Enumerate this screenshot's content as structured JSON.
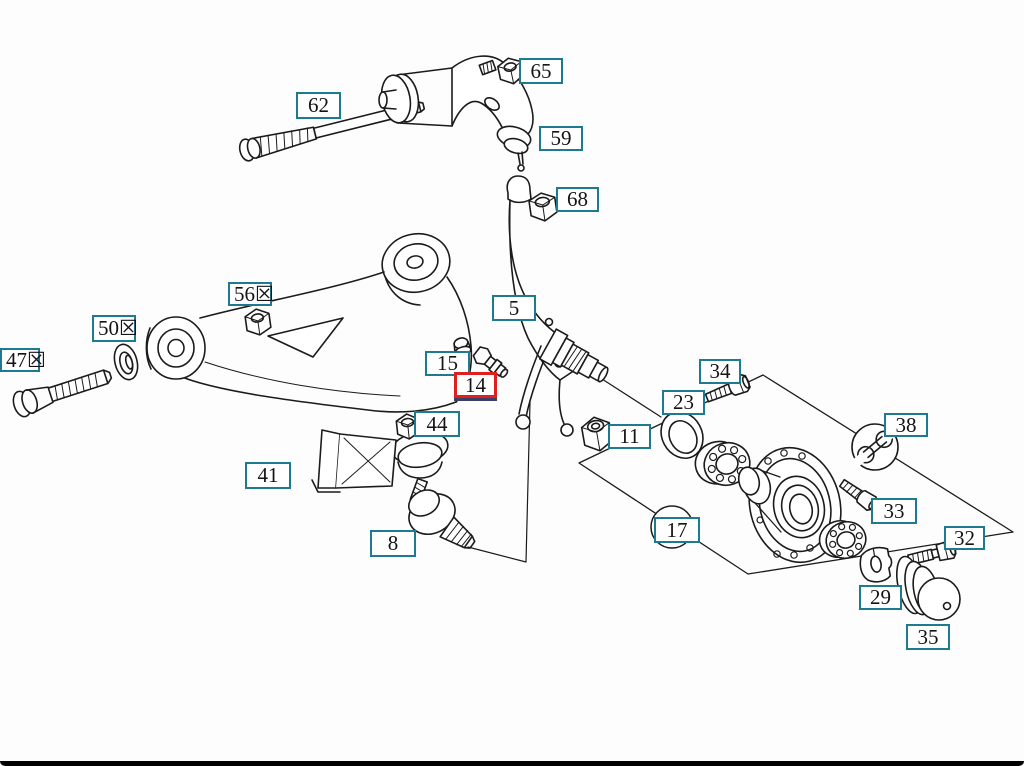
{
  "colors": {
    "background": "#fdfdfd",
    "callout_border": "#1e7a8e",
    "callout_highlight": "#e01f1f",
    "highlight_shadow": "#3a3f63",
    "drawing_line": "#1b1b1b",
    "footer_bar": "#000000"
  },
  "diagram": {
    "type": "exploded-parts-diagram",
    "subject": "front-axle-suspension-wheel-hub",
    "highlighted_callout": "14",
    "special_tool_symbol": "wrench"
  },
  "callouts": {
    "c62": "62",
    "c65": "65",
    "c59": "59",
    "c68": "68",
    "c5": "5",
    "c56": "56☒",
    "c50": "50☒",
    "c47": "47☒",
    "c15": "15",
    "c14": "14",
    "c44": "44",
    "c41": "41",
    "c8": "8",
    "c11": "11",
    "c23": "23",
    "c34": "34",
    "c17": "17",
    "c38": "38",
    "c33": "33",
    "c32": "32",
    "c29": "29",
    "c35": "35"
  }
}
